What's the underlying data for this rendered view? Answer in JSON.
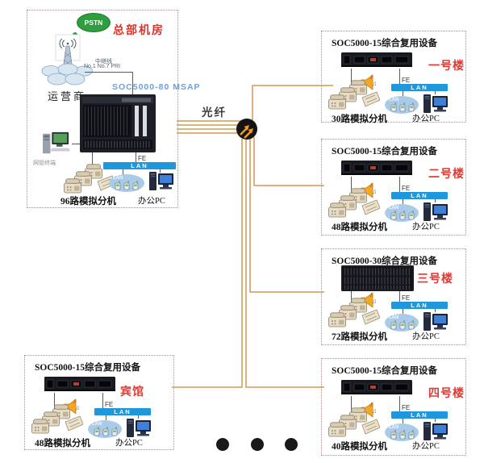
{
  "diagram": {
    "fiber_label": "光纤"
  },
  "hq": {
    "pstn_label": "PSTN",
    "room_name": "总部机房",
    "carrier_label": "运营商",
    "trunk_label": "中继线",
    "trunk_sub_label": "No.1 No.7 PRI",
    "device_name": "SOC5000-80 MSAP",
    "nms_label": "网管终端",
    "phones_label": "96路模拟分机",
    "fe_label": "FE",
    "lan_label": "LAN",
    "lan_cloud_label": "LAN",
    "pc_label": "办公PC"
  },
  "sites": [
    {
      "device": "SOC5000-15综合复用设备",
      "name": "一号楼",
      "phones_label": "30路模拟分机",
      "fe_label": "FE",
      "lan_label": "LAN",
      "lan_cloud_label": "LAN",
      "pc_label": "办公PC"
    },
    {
      "device": "SOC5000-15综合复用设备",
      "name": "二号楼",
      "phones_label": "48路模拟分机",
      "fe_label": "FE",
      "lan_label": "LAN",
      "lan_cloud_label": "LAN",
      "pc_label": "办公PC"
    },
    {
      "device": "SOC5000-30综合复用设备",
      "name": "三号楼",
      "phones_label": "72路模拟分机",
      "fe_label": "FE",
      "lan_label": "LAN",
      "lan_cloud_label": "LAN",
      "pc_label": "办公PC"
    },
    {
      "device": "SOC5000-15综合复用设备",
      "name": "四号楼",
      "phones_label": "40路模拟分机",
      "fe_label": "FE",
      "lan_label": "LAN",
      "lan_cloud_label": "LAN",
      "pc_label": "办公PC"
    },
    {
      "device": "SOC5000-15综合复用设备",
      "name": "宾馆",
      "phones_label": "48路模拟分机",
      "fe_label": "FE",
      "lan_label": "LAN",
      "lan_cloud_label": "LAN",
      "pc_label": "办公PC"
    }
  ],
  "colors": {
    "accent_red": "#dd3b33",
    "fiber_orange": "#d09a55",
    "lan_blue": "#1f97dd",
    "hq_device_blue": "#6f9fd8",
    "pstn_green": "#2e9e40"
  }
}
